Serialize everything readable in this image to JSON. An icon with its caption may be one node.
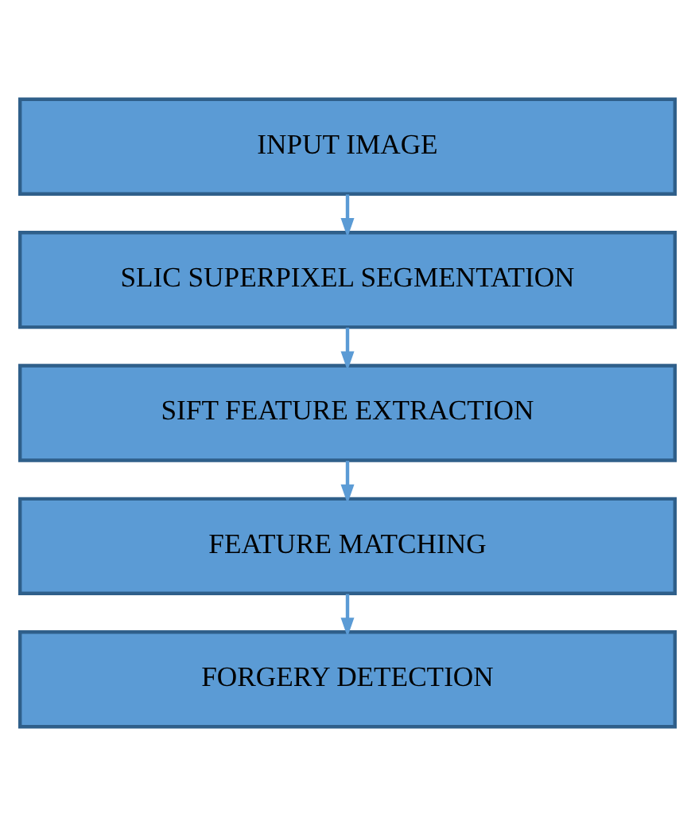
{
  "diagram": {
    "nodes": [
      {
        "text": [
          "INPUT IMAGE"
        ]
      },
      {
        "text": [
          "SLIC SUPERPIXEL SEGMENTATION"
        ]
      },
      {
        "text": [
          "SIFT FEATURE EXTRACTION"
        ]
      },
      {
        "text": [
          "FEATURE MATCHING"
        ]
      },
      {
        "text": [
          "FORGERY DETECTION"
        ]
      }
    ],
    "edges": [
      {
        "from": 0,
        "to": 1,
        "arrow": "to"
      },
      {
        "from": 1,
        "to": 2,
        "arrow": "to"
      },
      {
        "from": 2,
        "to": 3,
        "arrow": "to"
      },
      {
        "from": 3,
        "to": 4,
        "arrow": "to"
      }
    ]
  }
}
